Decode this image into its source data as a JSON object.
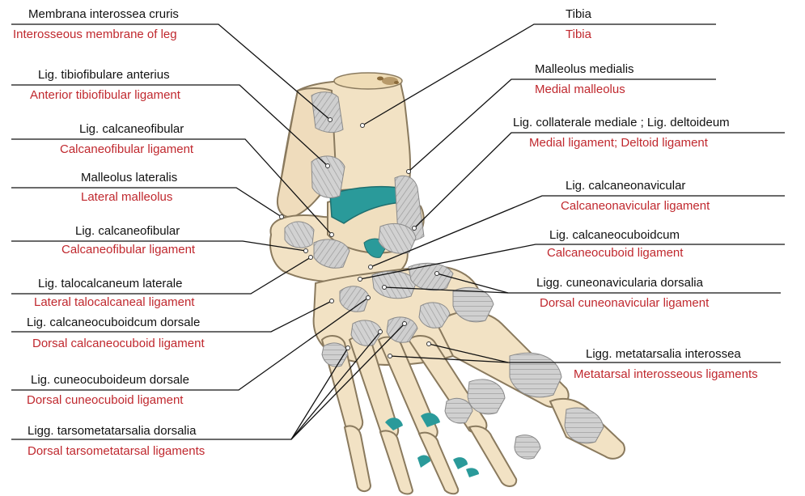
{
  "colors": {
    "latin_text": "#111111",
    "english_text": "#c0282e",
    "bone": "#f2e2c4",
    "bone_outline": "#8a7a5e",
    "ligament": "#c9c9c9",
    "cartilage": "#2a9a9a",
    "leader_line": "#111111"
  },
  "labels": {
    "left": [
      {
        "latin": "Membrana interossea cruris",
        "english": "Interosseous membrane of leg"
      },
      {
        "latin": "Lig. tibiofibulare anterius",
        "english": "Anterior tibiofibular ligament"
      },
      {
        "latin": "Lig. calcaneofibular",
        "english": "Calcaneofibular ligament"
      },
      {
        "latin": "Malleolus lateralis",
        "english": "Lateral malleolus"
      },
      {
        "latin": "Lig. calcaneofibular",
        "english": "Calcaneofibular ligament"
      },
      {
        "latin": "Lig. talocalcaneum laterale",
        "english": "Lateral talocalcaneal ligament"
      },
      {
        "latin": "Lig. calcaneocuboidcum dorsale",
        "english": "Dorsal calcaneocuboid ligament"
      },
      {
        "latin": "Lig. cuneocuboideum dorsale",
        "english": "Dorsal cuneocuboid ligament"
      },
      {
        "latin": "Ligg. tarsometatarsalia dorsalia",
        "english": "Dorsal tarsometatarsal ligaments"
      }
    ],
    "right": [
      {
        "latin": "Tibia",
        "english": "Tibia"
      },
      {
        "latin": "Malleolus medialis",
        "english": "Medial malleolus"
      },
      {
        "latin": "Lig. collaterale mediale ; Lig. deltoideum",
        "english": "Medial ligament; Deltoid ligament"
      },
      {
        "latin": "Lig. calcaneonavicular",
        "english": "Calcaneonavicular ligament"
      },
      {
        "latin": "Lig. calcaneocuboidcum",
        "english": "Calcaneocuboid ligament"
      },
      {
        "latin": "Ligg. cuneonavicularia dorsalia",
        "english": "Dorsal cuneonavicular ligament"
      },
      {
        "latin": "Ligg. metatarsalia interossea",
        "english": "Metatarsal interosseous ligaments"
      }
    ]
  }
}
